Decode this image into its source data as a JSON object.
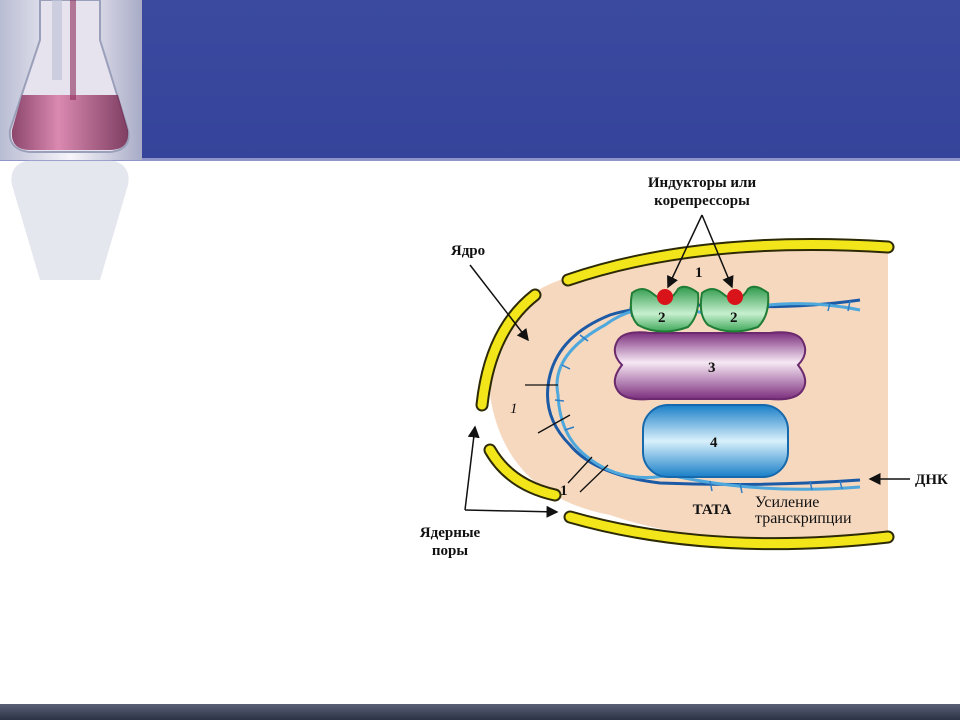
{
  "slide": {
    "colors": {
      "header": "#3b4a9f",
      "footer": "#3a4055",
      "nucleus": "#f6d8bf",
      "membrane": "#f2e51a"
    }
  },
  "diagram": {
    "inducers_line1": "Индукторы или",
    "inducers_line2": "корепрессоры",
    "nucleus_label": "Ядро",
    "pores_line1": "Ядерные",
    "pores_line2": "поры",
    "dna_label": "ДНК",
    "tata_label": "ТАТА",
    "enhance_line1": "Усиление",
    "enhance_line2": "транскрипции",
    "num_top_1": "1",
    "num_left_1": "1",
    "num_bottom_1": "1",
    "receptor_left_2": "2",
    "receptor_right_2": "2",
    "block_3": "3",
    "block_4": "4"
  }
}
